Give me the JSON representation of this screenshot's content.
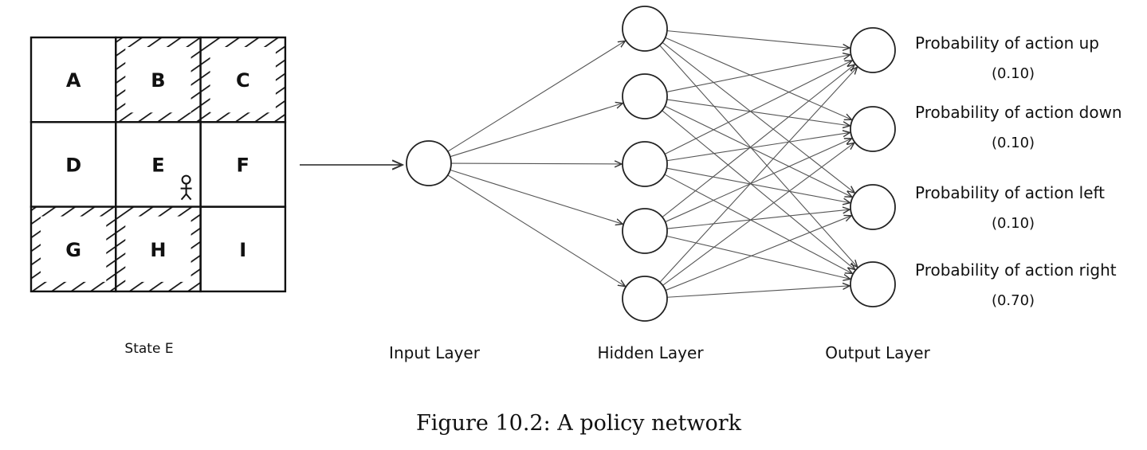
{
  "grid": {
    "cells": [
      {
        "label": "A",
        "hatched": false
      },
      {
        "label": "B",
        "hatched": true
      },
      {
        "label": "C",
        "hatched": true
      },
      {
        "label": "D",
        "hatched": false
      },
      {
        "label": "E",
        "hatched": false
      },
      {
        "label": "F",
        "hatched": false
      },
      {
        "label": "G",
        "hatched": true
      },
      {
        "label": "H",
        "hatched": true
      },
      {
        "label": "I",
        "hatched": false
      }
    ],
    "agent_cell": "E",
    "state_label": "State E"
  },
  "network": {
    "input_nodes": 1,
    "hidden_nodes": 5,
    "output_nodes": 4,
    "input_label": "Input Layer",
    "hidden_label": "Hidden Layer",
    "output_label": "Output Layer",
    "outputs": [
      {
        "label": "Probability of action up",
        "value": "(0.10)"
      },
      {
        "label": "Probability of action down",
        "value": "(0.10)"
      },
      {
        "label": "Probability of action left",
        "value": "(0.10)"
      },
      {
        "label": "Probability of action right",
        "value": "(0.70)"
      }
    ]
  },
  "caption": "Figure 10.2: A policy network"
}
